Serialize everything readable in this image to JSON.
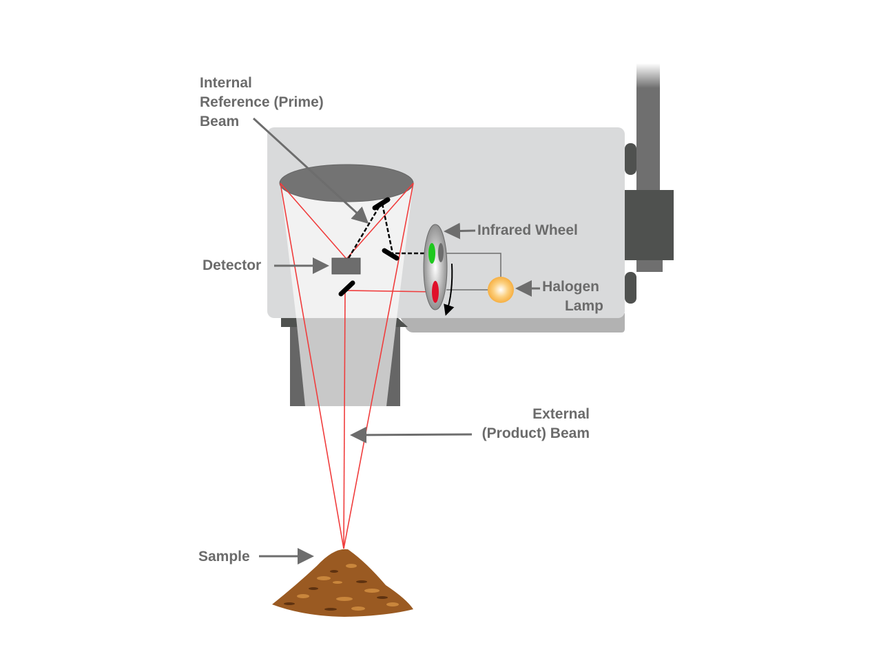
{
  "labels": {
    "internal_reference_beam": [
      "Internal",
      "Reference (Prime)",
      "Beam"
    ],
    "detector": "Detector",
    "infrared_wheel": "Infrared Wheel",
    "halogen_lamp": [
      "Halogen",
      "Lamp"
    ],
    "external_product_beam": [
      "External",
      "(Product) Beam"
    ],
    "sample": "Sample"
  },
  "colors": {
    "beam": "#f03c3c",
    "label": "#6b6b6b",
    "body": "#d9dadb",
    "dark": "#4f514f",
    "lamp": "#f5b042",
    "filter_green": "#1ec81e",
    "filter_red": "#e0102a"
  }
}
